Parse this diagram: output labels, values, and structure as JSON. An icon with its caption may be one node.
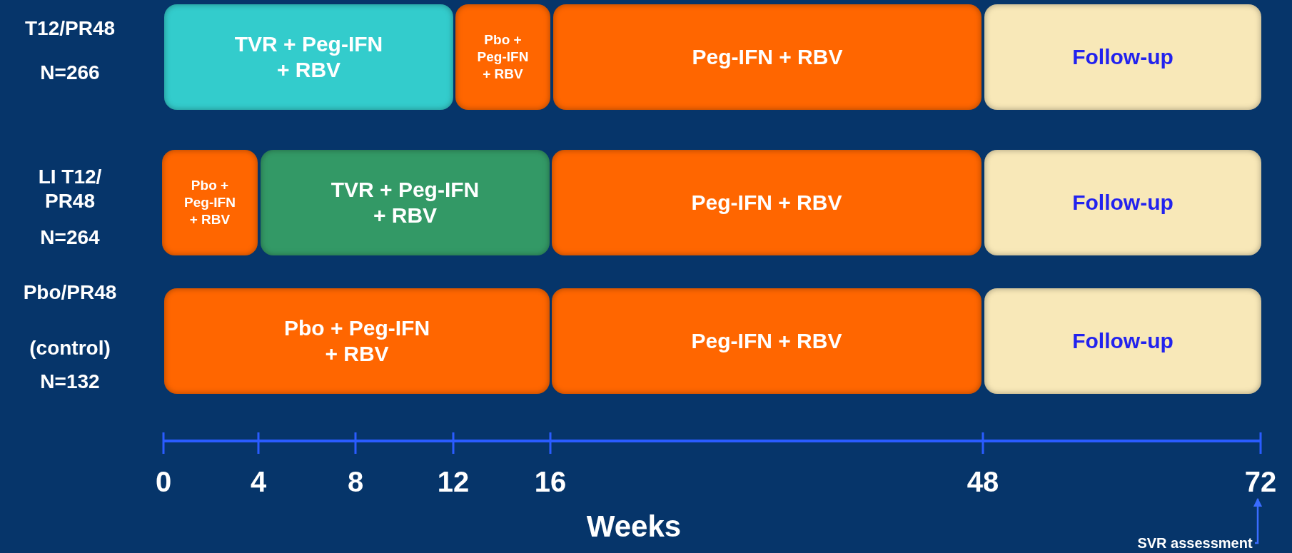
{
  "diagram": {
    "nodes": [
      {
        "text": [
          "TVR + Peg-IFN + RBV"
        ]
      },
      {
        "text": [
          "Pbo + Peg-IFN + RBV"
        ]
      },
      {
        "text": [
          "Peg-IFN + RBV"
        ]
      },
      {
        "text": [
          "Follow-up"
        ]
      },
      {
        "text": [
          "Pbo + Peg-IFN + RBV"
        ]
      },
      {
        "text": [
          "TVR + Peg-IFN + RBV"
        ]
      },
      {
        "text": [
          "Peg-IFN + RBV"
        ]
      },
      {
        "text": [
          "Follow-up"
        ]
      },
      {
        "text": [
          "Pbo + Peg-IFN + RBV"
        ]
      },
      {
        "text": [
          "Peg-IFN + RBV"
        ]
      },
      {
        "text": [
          "Follow-up"
        ]
      },
      {
        "text": [
          "SVR assessment"
        ]
      },
      {
        "text": [
          "72"
        ]
      }
    ],
    "edges": [
      {
        "from": 11,
        "to": 12,
        "arrow": "to"
      }
    ],
    "labels": [
      "T12/PR48",
      "N=266",
      "LI T12/ PR48",
      "N=264",
      "Pbo/PR48",
      "(control)",
      "N=132",
      "0",
      "4",
      "8",
      "12",
      "16",
      "48",
      "Weeks"
    ]
  }
}
